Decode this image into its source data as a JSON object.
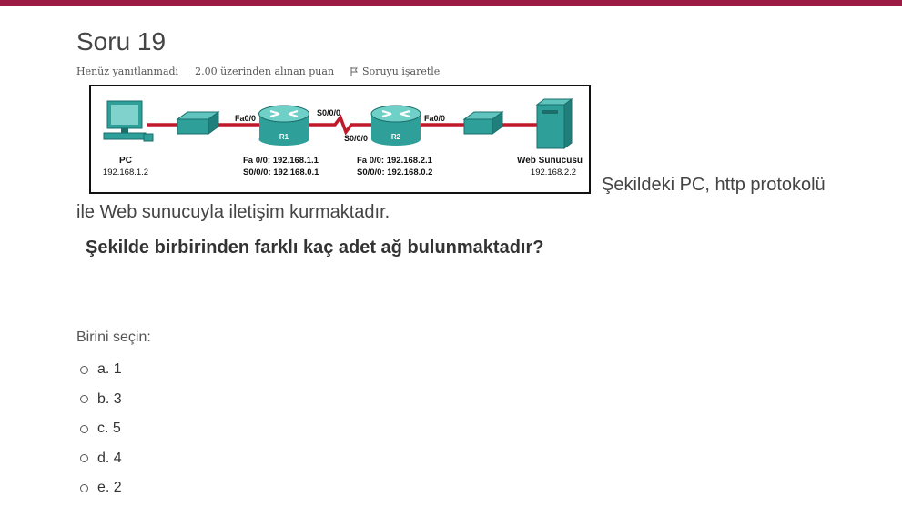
{
  "header": {
    "title": "Soru 19",
    "status": "Henüz yanıtlanmadı",
    "points": "2.00 üzerinden alınan puan",
    "flag_label": "Soruyu işaretle"
  },
  "diagram": {
    "pc_label": "PC",
    "pc_ip": "192.168.1.2",
    "r1_label": "R1",
    "r2_label": "R2",
    "r1_fa": "Fa0/0",
    "r2_fa": "Fa0/0",
    "s000_top": "S0/0/0",
    "s000_bottom": "S0/0/0",
    "r1_ip1": "Fa 0/0: 192.168.1.1",
    "r1_ip2": "S0/0/0: 192.168.0.1",
    "r2_ip1": "Fa 0/0: 192.168.2.1",
    "r2_ip2": "S0/0/0: 192.168.0.2",
    "server_label": "Web Sunucusu",
    "server_ip": "192.168.2.2"
  },
  "question": {
    "text_part1": "Şekildeki PC, http protokolü",
    "text_part2": "ile Web sunucuyla iletişim kurmaktadır.",
    "bold_text": "Şekilde birbirinden farklı kaç adet ağ bulunmaktadır?",
    "prompt": "Birini seçin:",
    "options": [
      {
        "label": "a. 1"
      },
      {
        "label": "b. 3"
      },
      {
        "label": "c. 5"
      },
      {
        "label": "d. 4"
      },
      {
        "label": "e. 2"
      }
    ]
  }
}
